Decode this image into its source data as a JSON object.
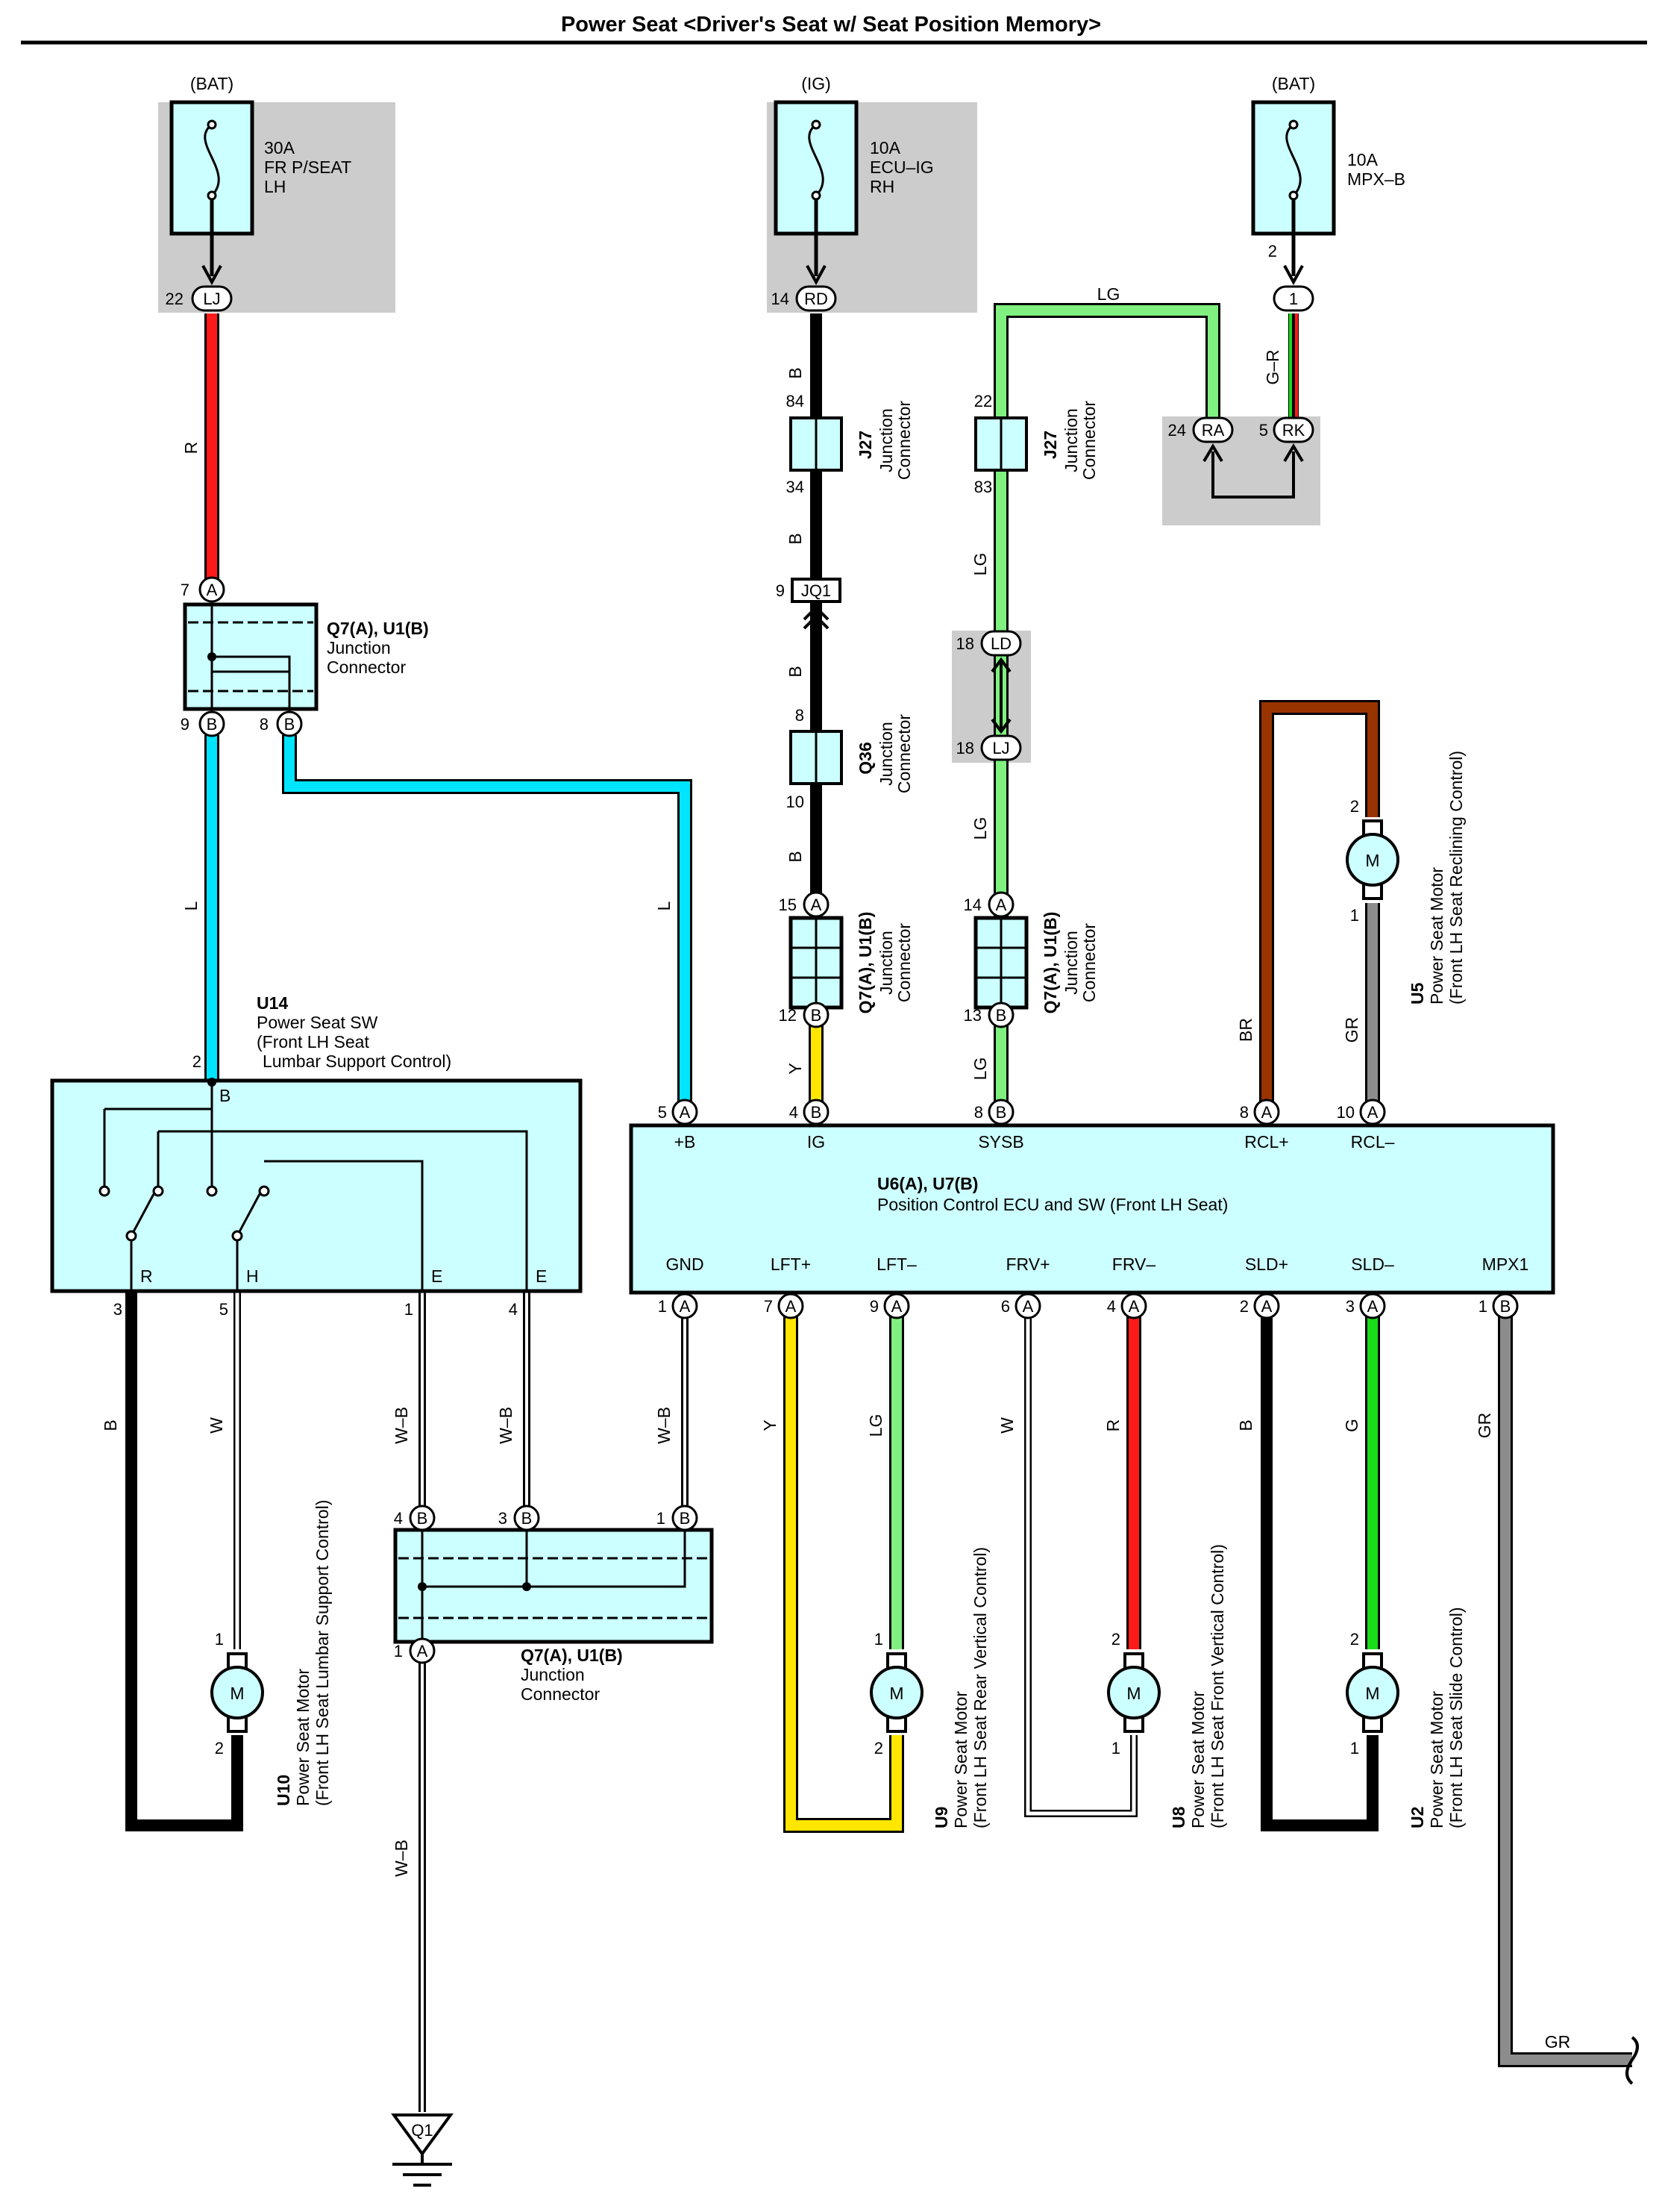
{
  "title": "Power Seat <Driver's Seat w/ Seat Position Memory>",
  "colors": {
    "red": "#ff1a1a",
    "black": "#000000",
    "cyan": "#00e5ff",
    "lightgreen": "#80f080",
    "green": "#18dd18",
    "yellow": "#ffe600",
    "brown": "#993300",
    "gray": "#8c8c8c",
    "white": "#ffffff",
    "box_fill": "#ccffff",
    "fuse_bg": "#cccccc"
  },
  "sources": [
    {
      "id": "bat1",
      "supply": "(BAT)",
      "fuse_lines": [
        "30A",
        "FR P/SEAT",
        "LH"
      ],
      "pin": "22",
      "conn": "LJ"
    },
    {
      "id": "ig",
      "supply": "(IG)",
      "fuse_lines": [
        "10A",
        "ECU–IG",
        "RH"
      ],
      "pin": "14",
      "conn": "RD"
    },
    {
      "id": "bat2",
      "supply": "(BAT)",
      "fuse_lines": [
        "10A",
        "MPX–B"
      ],
      "pin": "2",
      "conn": "1"
    }
  ],
  "rark": {
    "ra_pin": "24",
    "ra": "RA",
    "rk_pin": "5",
    "rk": "RK"
  },
  "junctions": {
    "j27": {
      "code": "J27",
      "name": [
        "Junction",
        "Connector"
      ],
      "left_top": "84",
      "left_bottom": "34",
      "right_top": "22",
      "right_bottom": "83"
    },
    "jq1": {
      "pin": "9",
      "name": "JQ1"
    },
    "q36": {
      "code": "Q36",
      "name": [
        "Junction",
        "Connector"
      ],
      "top": "8",
      "bottom": "10"
    },
    "ldlj": {
      "ld_pin": "18",
      "ld": "LD",
      "lj_pin": "18",
      "lj": "LJ"
    },
    "q7_top": {
      "code": "Q7(A), U1(B)",
      "name": [
        "Junction",
        "Connector"
      ],
      "pin_a": "7",
      "pin_b1": "9",
      "pin_b2": "8"
    },
    "q7_mid_left": {
      "code": "Q7(A), U1(B)",
      "name": [
        "Junction",
        "Connector"
      ],
      "pin_a": "15",
      "pin_b": "12"
    },
    "q7_mid_right": {
      "code": "Q7(A), U1(B)",
      "name": [
        "Junction",
        "Connector"
      ],
      "pin_a": "14",
      "pin_b": "13"
    },
    "q7_bottom": {
      "code": "Q7(A), U1(B)",
      "name": [
        "Junction",
        "Connector"
      ],
      "pin_b4": "4",
      "pin_b3": "3",
      "pin_b1": "1",
      "pin_a": "1"
    }
  },
  "switch_u14": {
    "code": "U14",
    "name": [
      "Power Seat SW",
      "(Front LH Seat",
      "Lumbar Support Control)"
    ],
    "top_pin": "2",
    "top_label": "B",
    "bottom_labels": [
      "R",
      "H",
      "E",
      "E"
    ],
    "bottom_pins": [
      "3",
      "5",
      "1",
      "4"
    ]
  },
  "ecu": {
    "code": "U6(A), U7(B)",
    "name": "Position Control ECU and SW (Front LH Seat)",
    "top_terms": [
      {
        "label": "+B",
        "pin": "5",
        "conn": "A"
      },
      {
        "label": "IG",
        "pin": "4",
        "conn": "B"
      },
      {
        "label": "SYSB",
        "pin": "8",
        "conn": "B"
      },
      {
        "label": "RCL+",
        "pin": "8",
        "conn": "A"
      },
      {
        "label": "RCL–",
        "pin": "10",
        "conn": "A"
      }
    ],
    "bottom_terms": [
      {
        "label": "GND",
        "pin": "1",
        "conn": "A"
      },
      {
        "label": "LFT+",
        "pin": "7",
        "conn": "A"
      },
      {
        "label": "LFT–",
        "pin": "9",
        "conn": "A"
      },
      {
        "label": "FRV+",
        "pin": "6",
        "conn": "A"
      },
      {
        "label": "FRV–",
        "pin": "4",
        "conn": "A"
      },
      {
        "label": "SLD+",
        "pin": "2",
        "conn": "A"
      },
      {
        "label": "SLD–",
        "pin": "3",
        "conn": "A"
      },
      {
        "label": "MPX1",
        "pin": "1",
        "conn": "B"
      }
    ]
  },
  "motors": [
    {
      "code": "U10",
      "name": [
        "Power Seat Motor",
        "(Front LH Seat Lumbar Support Control)"
      ],
      "pin_top": "1",
      "pin_bottom": "2"
    },
    {
      "code": "U9",
      "name": [
        "Power Seat Motor",
        "(Front LH Seat Rear Vertical Control)"
      ],
      "pin_top": "1",
      "pin_bottom": "2"
    },
    {
      "code": "U8",
      "name": [
        "Power Seat Motor",
        "(Front LH Seat Front Vertical Control)"
      ],
      "pin_top": "2",
      "pin_bottom": "1"
    },
    {
      "code": "U2",
      "name": [
        "Power Seat Motor",
        "(Front LH Seat Slide Control)"
      ],
      "pin_top": "2",
      "pin_bottom": "1"
    },
    {
      "code": "U5",
      "name": [
        "Power Seat Motor",
        "(Front LH Seat Reclining Control)"
      ],
      "pin_top": "2",
      "pin_bottom": "1"
    }
  ],
  "motor_symbol": "M",
  "ground": {
    "code": "Q1"
  },
  "wire_labels": {
    "r_top": "R",
    "b_ig1": "B",
    "b_ig2": "B",
    "b_ig3": "B",
    "b_ig4": "B",
    "lg_top": "LG",
    "gr_mpx": "G–R",
    "lg2": "LG",
    "lg3": "LG",
    "lg4": "LG",
    "l_left": "L",
    "l_right": "L",
    "y_ig": "Y",
    "br": "BR",
    "gr_rcl": "GR",
    "b_u10": "B",
    "w_u10": "W",
    "wb1": "W–B",
    "wb2": "W–B",
    "wb3": "W–B",
    "wb_gnd": "W–B",
    "y_lft": "Y",
    "lg_lft": "LG",
    "w_frv": "W",
    "r_frv": "R",
    "b_sld": "B",
    "g_sld": "G",
    "gr_mpx1": "GR",
    "gr_end": "GR"
  }
}
